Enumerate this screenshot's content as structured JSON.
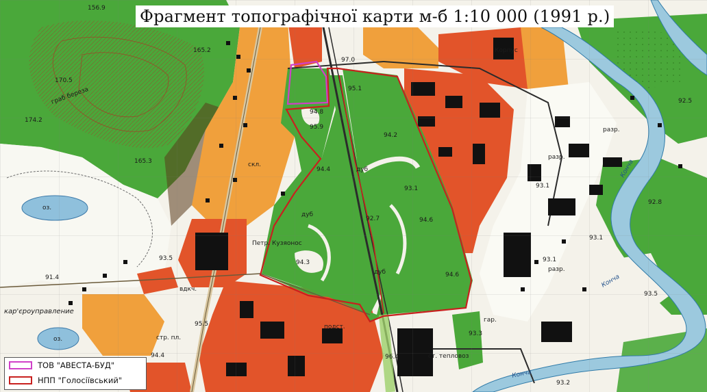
{
  "title": "Фрагмент топографічної карти м-б 1:10 000 (1991 р.)",
  "colors": {
    "forest": "#4aa83a",
    "urban_dense": "#e2542a",
    "urban_sparse": "#f0a03c",
    "water": "#9cc9de",
    "boundary_avesta": "#d040c8",
    "boundary_npp": "#c8201e",
    "building": "#111111"
  },
  "legend": [
    {
      "label": "ТОВ \"АВЕСТА-БУД\"",
      "color": "#d040c8"
    },
    {
      "label": "НПП \"Голосіївський\"",
      "color": "#c8201e"
    }
  ],
  "map_labels": {
    "river_1": "Конча",
    "river_2": "Конча",
    "river_3": "Конча",
    "quarry_office": "кар'єроуправление",
    "lake": "оз.",
    "lake_2": "оз.",
    "street_1": "Петр. Кузяонос",
    "dub_1": "дуб",
    "dub_2": "дуб",
    "dub_3": "дуб",
    "station": "ст. тепловоз",
    "gar": "гар.",
    "razr_1": "разр.",
    "razr_2": "разр.",
    "razr_3": "разр.",
    "str": "стр. пл.",
    "skl": "скл.",
    "podst": "подст.",
    "vodkach": "вдкч.",
    "grave": "граб береза",
    "korpus": "Корпус",
    "spot_elevations": [
      "95.1",
      "94.8",
      "95.9",
      "94.2",
      "92.7",
      "93.1",
      "94.6",
      "94.6",
      "94.3",
      "94.4",
      "93.1",
      "95.5",
      "94.4",
      "91.4",
      "93.2",
      "93.5",
      "92.5",
      "92.8",
      "93.1",
      "93.1",
      "165.2",
      "174.2",
      "170.5",
      "156.9",
      "165.3",
      "97.0",
      "93.5",
      "96.4",
      "93.3"
    ]
  }
}
